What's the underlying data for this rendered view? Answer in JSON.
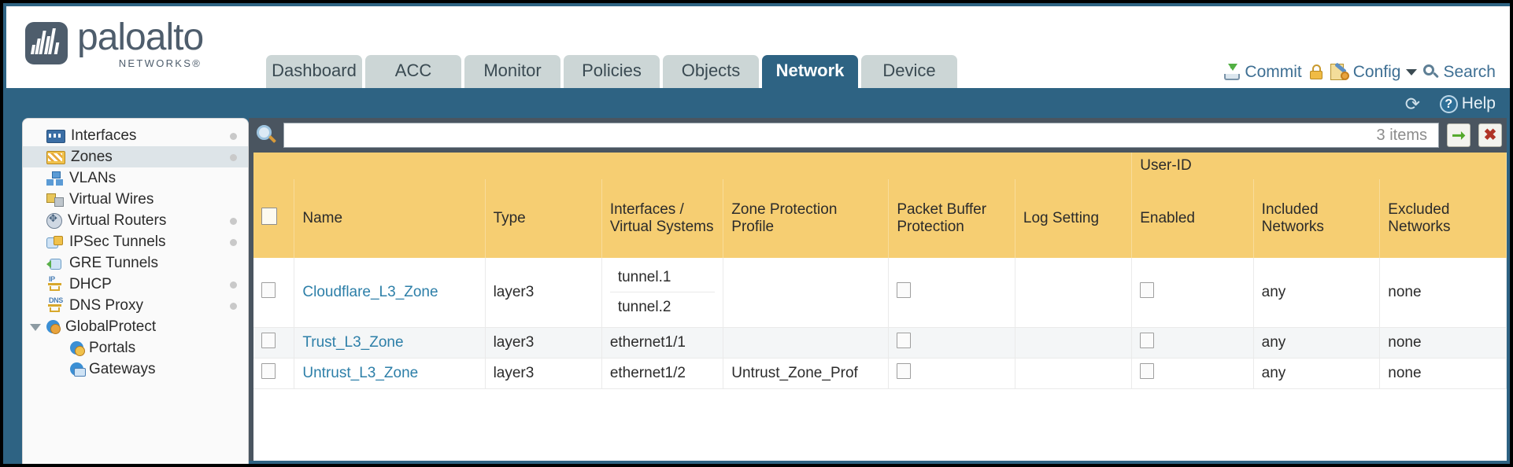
{
  "brand": {
    "name": "paloalto",
    "sub": "NETWORKS",
    "registered": "®"
  },
  "nav": {
    "tabs": [
      {
        "label": "Dashboard",
        "active": false,
        "width": 122
      },
      {
        "label": "ACC",
        "active": false,
        "width": 122
      },
      {
        "label": "Monitor",
        "active": false,
        "width": 122
      },
      {
        "label": "Policies",
        "active": false,
        "width": 122
      },
      {
        "label": "Objects",
        "active": false,
        "width": 122
      },
      {
        "label": "Network",
        "active": true,
        "width": 122
      },
      {
        "label": "Device",
        "active": false,
        "width": 122
      }
    ]
  },
  "top_actions": {
    "commit": "Commit",
    "config": "Config",
    "search": "Search",
    "lock_icon": "lock-icon"
  },
  "blue_bar": {
    "help": "Help",
    "refresh_icon": "refresh-icon"
  },
  "sidebar": {
    "items": [
      {
        "label": "Interfaces",
        "icon": "interfaces-icon",
        "selected": false,
        "dot": true,
        "child": false,
        "expander": false
      },
      {
        "label": "Zones",
        "icon": "zones-icon",
        "selected": true,
        "dot": true,
        "child": false,
        "expander": false
      },
      {
        "label": "VLANs",
        "icon": "vlans-icon",
        "selected": false,
        "dot": false,
        "child": false,
        "expander": false
      },
      {
        "label": "Virtual Wires",
        "icon": "virtual-wires-icon",
        "selected": false,
        "dot": false,
        "child": false,
        "expander": false
      },
      {
        "label": "Virtual Routers",
        "icon": "virtual-routers-icon",
        "selected": false,
        "dot": true,
        "child": false,
        "expander": false
      },
      {
        "label": "IPSec Tunnels",
        "icon": "ipsec-tunnels-icon",
        "selected": false,
        "dot": true,
        "child": false,
        "expander": false
      },
      {
        "label": "GRE Tunnels",
        "icon": "gre-tunnels-icon",
        "selected": false,
        "dot": false,
        "child": false,
        "expander": false
      },
      {
        "label": "DHCP",
        "icon": "dhcp-icon",
        "selected": false,
        "dot": true,
        "child": false,
        "expander": false
      },
      {
        "label": "DNS Proxy",
        "icon": "dns-proxy-icon",
        "selected": false,
        "dot": true,
        "child": false,
        "expander": false
      },
      {
        "label": "GlobalProtect",
        "icon": "globalprotect-icon",
        "selected": false,
        "dot": false,
        "child": false,
        "expander": true
      },
      {
        "label": "Portals",
        "icon": "portals-icon",
        "selected": false,
        "dot": false,
        "child": true,
        "expander": false
      },
      {
        "label": "Gateways",
        "icon": "gateways-icon",
        "selected": false,
        "dot": false,
        "child": true,
        "expander": false
      }
    ]
  },
  "search": {
    "value": "",
    "placeholder": "",
    "item_count": "3 items",
    "apply_icon": "arrow-right-icon",
    "clear_icon": "close-icon"
  },
  "table": {
    "group_header": "User-ID",
    "columns": [
      "Name",
      "Type",
      "Interfaces / Virtual Systems",
      "Zone Protection Profile",
      "Packet Buffer Protection",
      "Log Setting",
      "Enabled",
      "Included Networks",
      "Excluded Networks"
    ],
    "rows": [
      {
        "name": "Cloudflare_L3_Zone",
        "type": "layer3",
        "interfaces": [
          "tunnel.1",
          "tunnel.2"
        ],
        "zone_protection_profile": "",
        "packet_buffer_protection": false,
        "log_setting": "",
        "userid_enabled": false,
        "included_networks": "any",
        "excluded_networks": "none"
      },
      {
        "name": "Trust_L3_Zone",
        "type": "layer3",
        "interfaces": [
          "ethernet1/1"
        ],
        "zone_protection_profile": "",
        "packet_buffer_protection": false,
        "log_setting": "",
        "userid_enabled": false,
        "included_networks": "any",
        "excluded_networks": "none"
      },
      {
        "name": "Untrust_L3_Zone",
        "type": "layer3",
        "interfaces": [
          "ethernet1/2"
        ],
        "zone_protection_profile": "Untrust_Zone_Prof",
        "packet_buffer_protection": false,
        "log_setting": "",
        "userid_enabled": false,
        "included_networks": "any",
        "excluded_networks": "none"
      }
    ]
  },
  "colors": {
    "brand_blue": "#2e6383",
    "header_gold": "#f6ce72",
    "group_gold": "#e0ab34",
    "link_blue": "#2d7fa8",
    "panel_dark": "#4a5560"
  }
}
